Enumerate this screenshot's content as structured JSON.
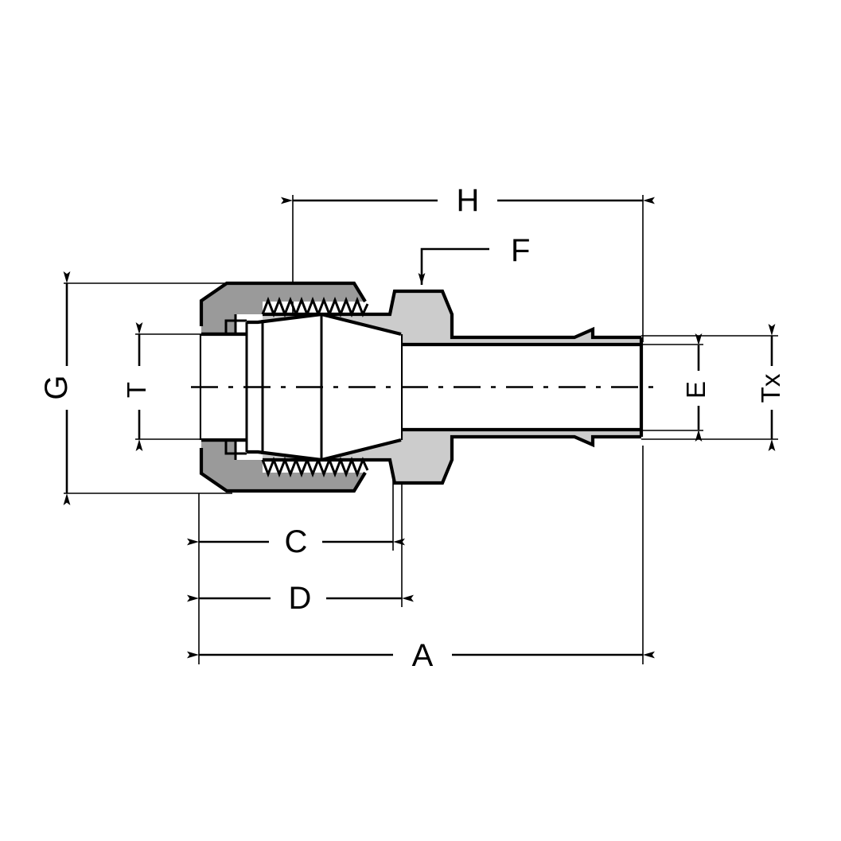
{
  "drawing": {
    "title": "Tube fitting male connector cross-section drawing",
    "background_color": "#ffffff",
    "line_color": "#000000",
    "nut_fill": "#9a9a9a",
    "body_fill": "#cccccc",
    "ferrule_fill": "#ffffff"
  },
  "dimensions": {
    "h": "H",
    "f": "F",
    "g": "G",
    "t": "T",
    "e": "E",
    "tx": "Tx",
    "c": "C",
    "d": "D",
    "a": "A"
  }
}
